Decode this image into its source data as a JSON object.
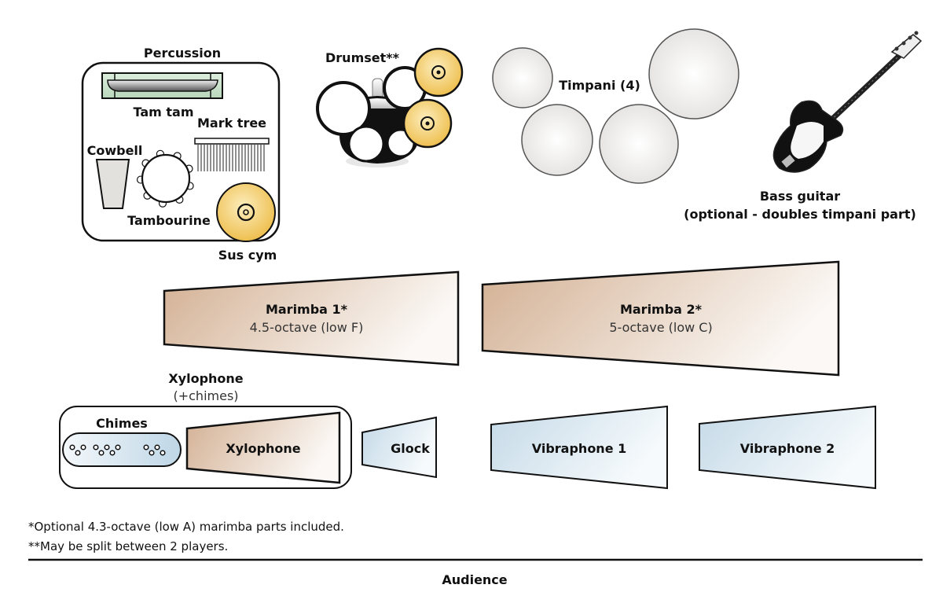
{
  "percussion": {
    "title": "Percussion",
    "items": {
      "tam_tam": "Tam tam",
      "mark_tree": "Mark tree",
      "cowbell": "Cowbell",
      "tambourine": "Tambourine",
      "sus_cym": "Sus cym"
    }
  },
  "drumset": {
    "label": "Drumset**"
  },
  "timpani": {
    "label": "Timpani (4)",
    "count": 4
  },
  "bass_guitar": {
    "label": "Bass guitar",
    "note": "(optional - doubles timpani part)"
  },
  "marimbas": [
    {
      "label": "Marimba 1*",
      "range": "4.5-octave (low F)"
    },
    {
      "label": "Marimba 2*",
      "range": "5-octave (low C)"
    }
  ],
  "xylophone_station": {
    "title": "Xylophone",
    "subtitle": "(+chimes)",
    "chimes": "Chimes",
    "xylophone": "Xylophone"
  },
  "keyboards": {
    "glock": "Glock",
    "vibraphone1": "Vibraphone 1",
    "vibraphone2": "Vibraphone 2"
  },
  "footnotes": [
    "*Optional 4.3-octave (low A) marimba parts included.",
    "**May be split between 2 players."
  ],
  "audience": "Audience",
  "colors": {
    "marimba": "#d6b59a",
    "keyboard_blue": "#c9dde9",
    "cymbal": "#f0c75e",
    "tamtam_green": "#c8e0c8",
    "outline": "#111111"
  }
}
